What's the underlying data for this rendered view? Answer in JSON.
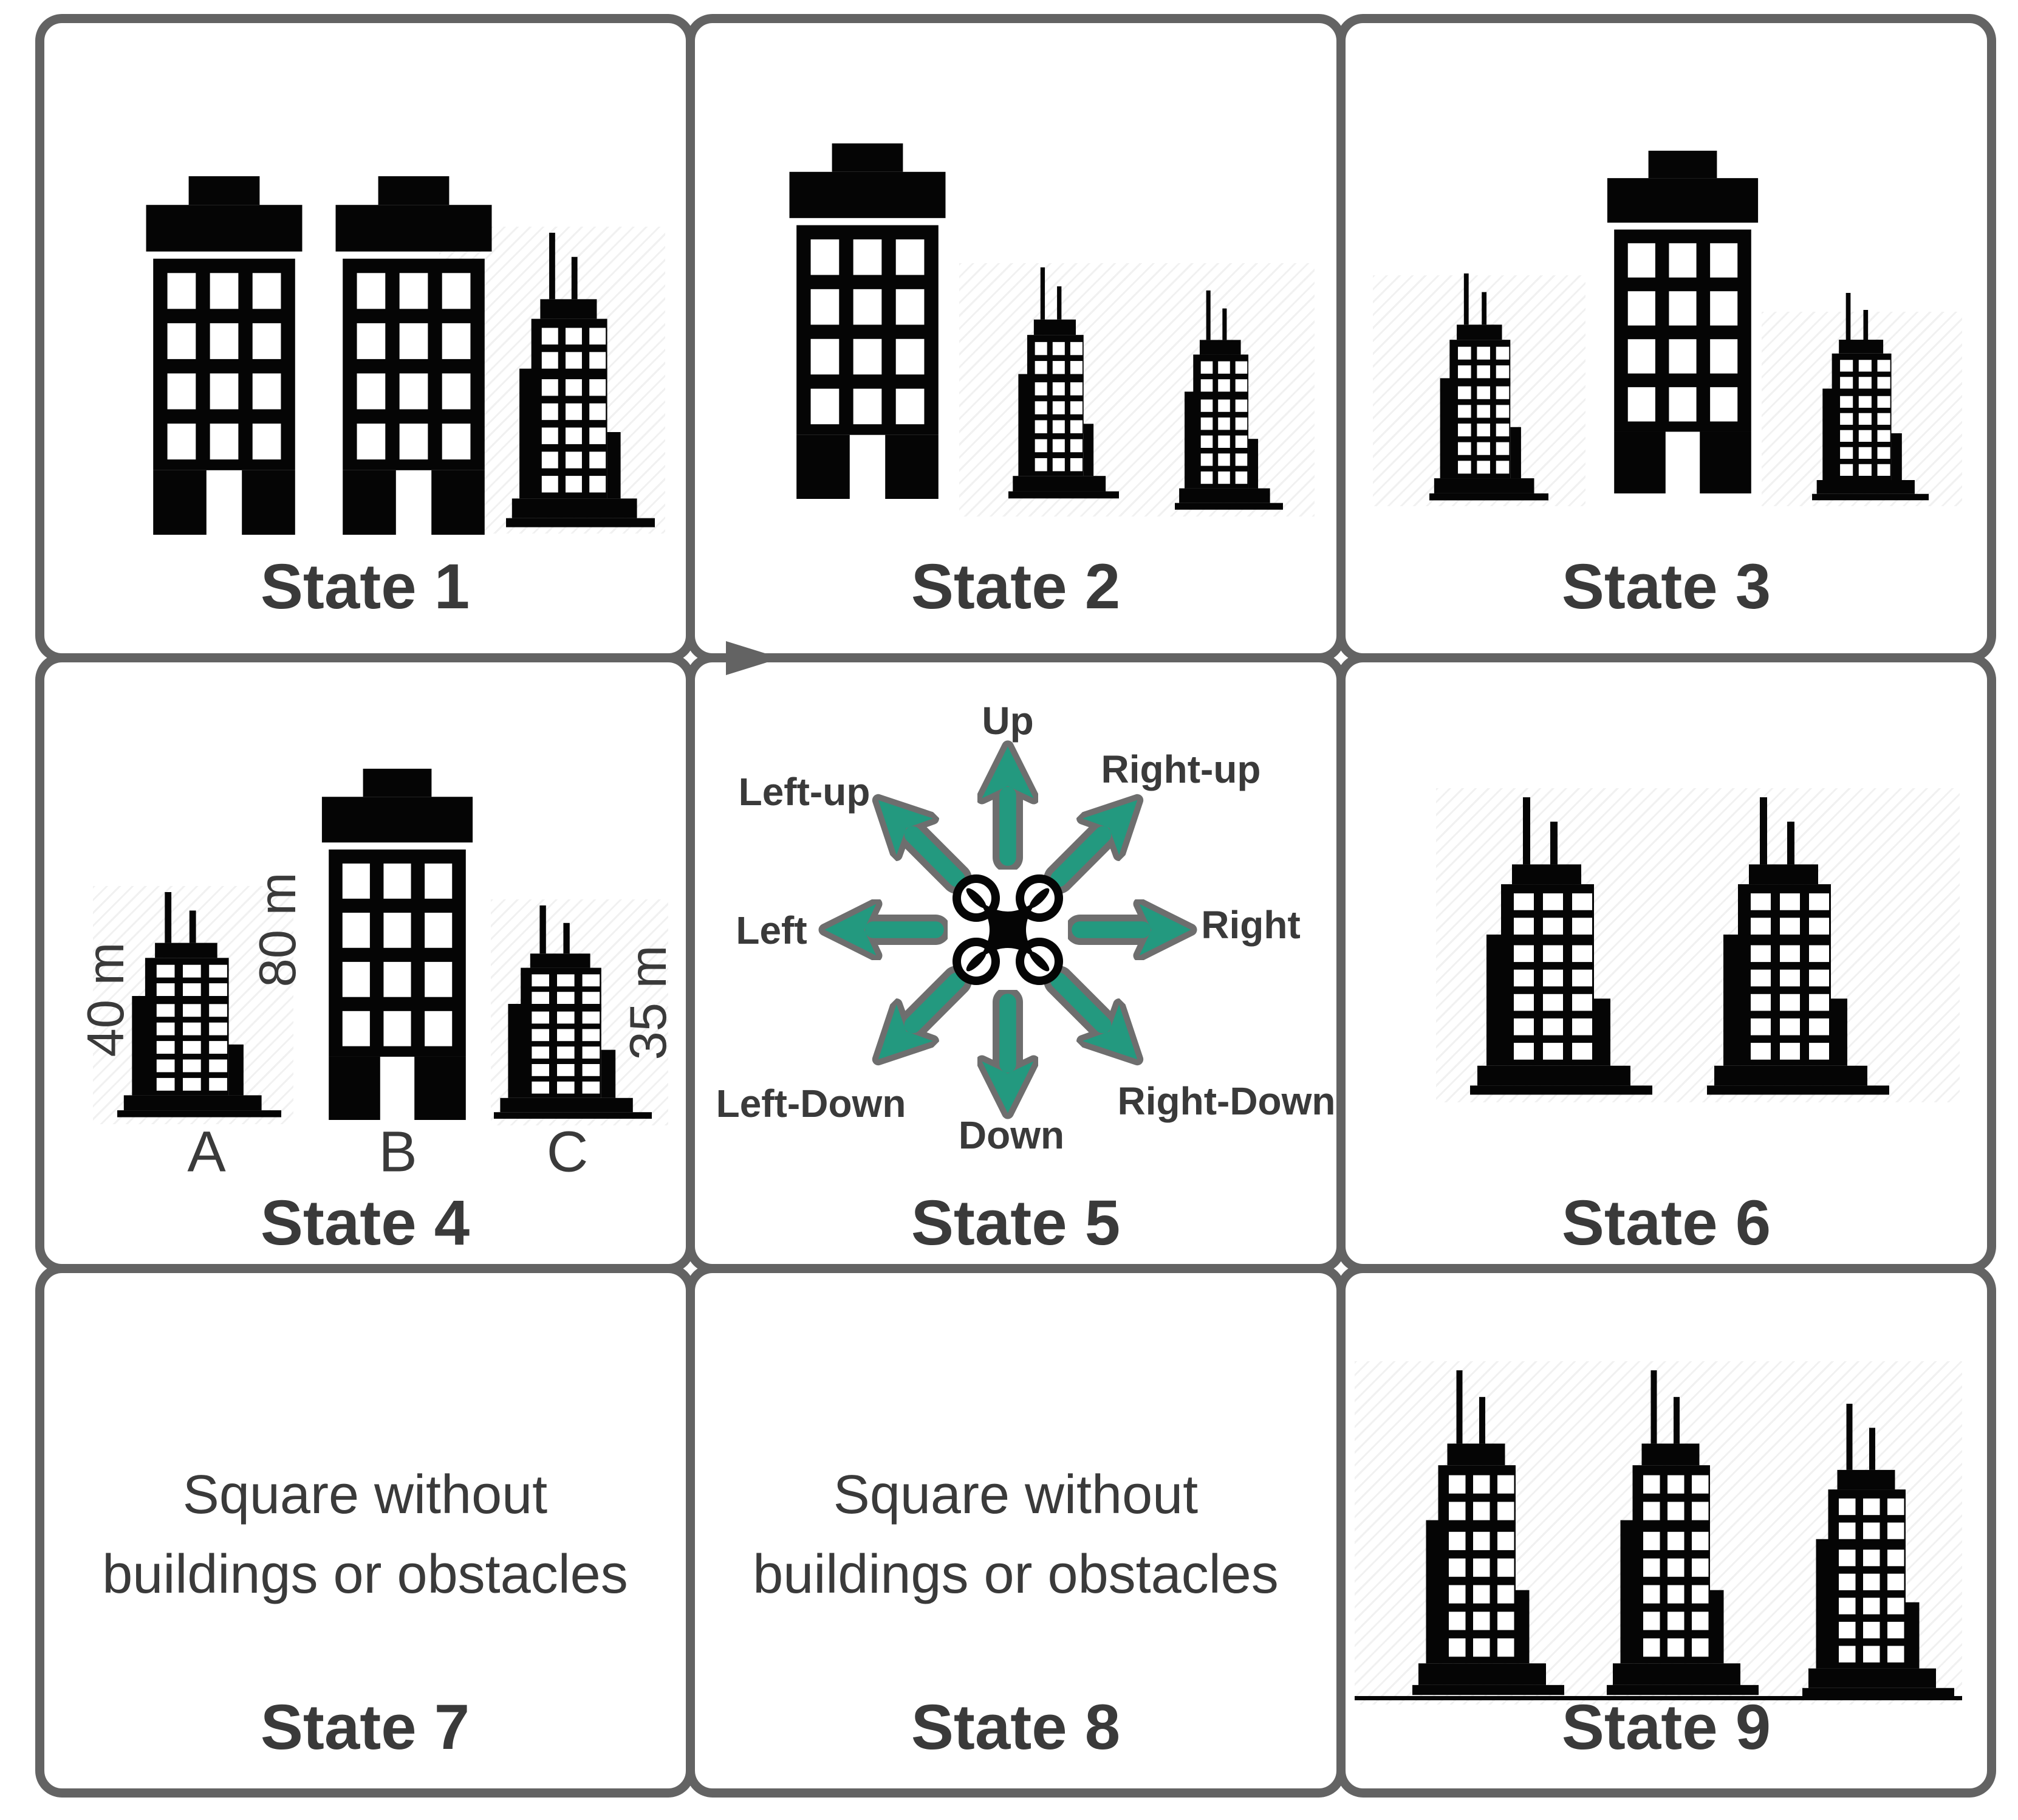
{
  "figure": {
    "colors": {
      "panel_border": "#636363",
      "text": "#3a3a3a",
      "building": "#050505",
      "arrow_fill": "#23997f",
      "arrow_outline": "#6e6e6e"
    },
    "icons": {
      "building_large": "building-large-icon",
      "building_tower": "building-tower-icon",
      "drone": "drone-icon",
      "direction_arrow": "direction-arrow-icon",
      "sequence_marker": "right-triangle-marker"
    }
  },
  "panels": [
    {
      "label": "State 1",
      "content": "buildings",
      "buildings": [
        "large",
        "large",
        "tower"
      ]
    },
    {
      "label": "State 2",
      "content": "buildings",
      "buildings": [
        "large",
        "tower",
        "tower"
      ]
    },
    {
      "label": "State 3",
      "content": "buildings",
      "buildings": [
        "tower",
        "large",
        "tower"
      ]
    },
    {
      "label": "State 4",
      "content": "buildings-annotated",
      "buildings": [
        {
          "name": "A",
          "height": "40 m",
          "type": "tower"
        },
        {
          "name": "B",
          "height": "80 m",
          "type": "large"
        },
        {
          "name": "C",
          "height": "35 m",
          "type": "tower"
        }
      ]
    },
    {
      "label": "State 5",
      "content": "drone-directions",
      "directions": [
        "Up",
        "Right-up",
        "Right",
        "Right-Down",
        "Down",
        "Left-Down",
        "Left",
        "Left-up"
      ]
    },
    {
      "label": "State 6",
      "content": "buildings",
      "buildings": [
        "tower",
        "tower"
      ]
    },
    {
      "label": "State 7",
      "content": "text",
      "message_lines": [
        "Square without",
        "buildings or obstacles"
      ]
    },
    {
      "label": "State 8",
      "content": "text",
      "message_lines": [
        "Square without",
        "buildings or obstacles"
      ]
    },
    {
      "label": "State 9",
      "content": "buildings",
      "buildings": [
        "tower",
        "tower",
        "tower"
      ]
    }
  ]
}
